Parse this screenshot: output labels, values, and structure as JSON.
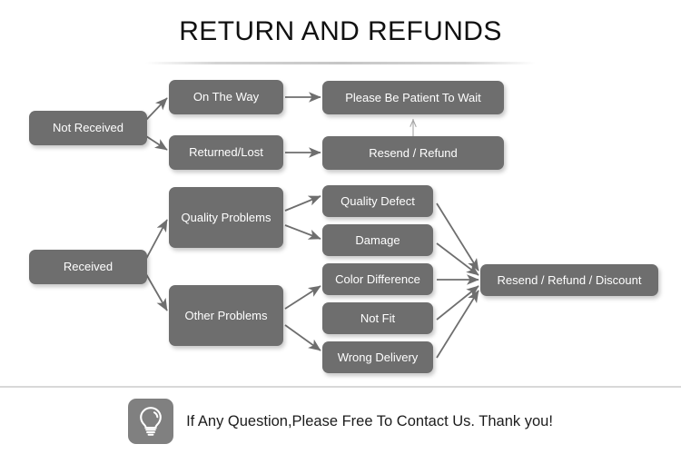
{
  "page": {
    "title": "RETURN AND REFUNDS",
    "background_color": "#ffffff",
    "node_color": "#6e6e6e",
    "node_text_color": "#ffffff",
    "arrow_color": "#6e6e6e",
    "title_color": "#111111"
  },
  "flow": {
    "nodes": {
      "not_received": "Not Received",
      "on_the_way": "On The Way",
      "returned_lost": "Returned/Lost",
      "please_be_patient": "Please Be Patient To Wait",
      "resend_refund": "Resend / Refund",
      "received": "Received",
      "quality_problems": "Quality Problems",
      "other_problems": "Other Problems",
      "quality_defect": "Quality Defect",
      "damage": "Damage",
      "color_difference": "Color Difference",
      "not_fit": "Not Fit",
      "wrong_delivery": "Wrong Delivery",
      "resend_refund_discount": "Resend / Refund / Discount"
    }
  },
  "footer": {
    "icon": "lightbulb-icon",
    "text": "If Any Question,Please Free To Contact Us. Thank you!"
  }
}
